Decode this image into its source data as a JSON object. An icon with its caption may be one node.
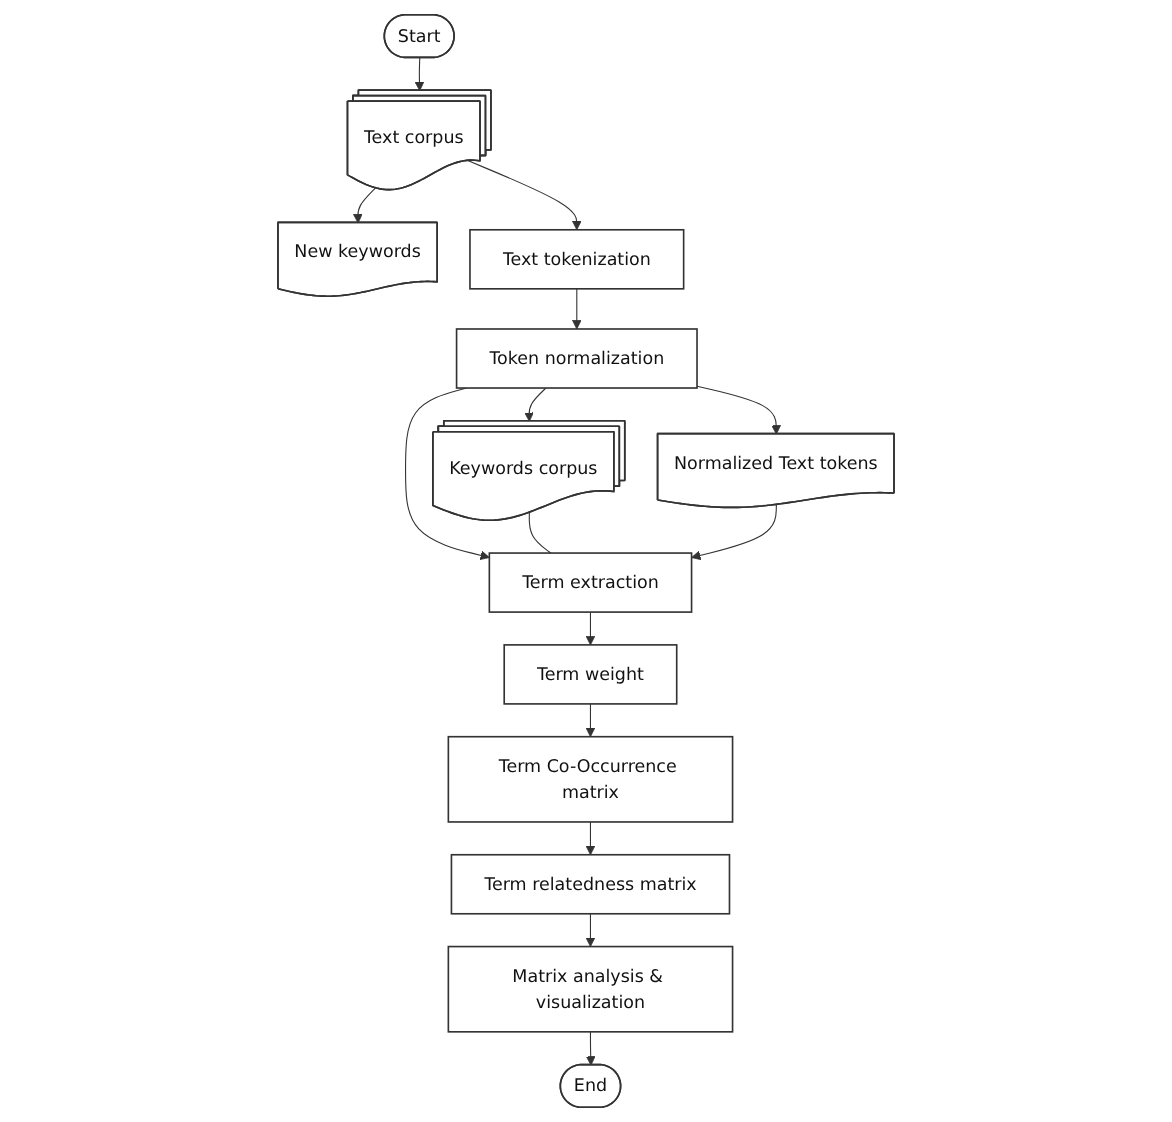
{
  "diagram": {
    "nodes": [
      {
        "text": [
          "Start"
        ]
      },
      {
        "text": [
          "Text corpus"
        ]
      },
      {
        "text": [
          "New keywords"
        ]
      },
      {
        "text": [
          "Text tokenization"
        ]
      },
      {
        "text": [
          "Token normalization"
        ]
      },
      {
        "text": [
          "Keywords corpus"
        ]
      },
      {
        "text": [
          "Term extraction"
        ]
      },
      {
        "text": [
          "Normalized Text tokens"
        ]
      },
      {
        "text": [
          "Term weight"
        ]
      },
      {
        "text": [
          "Term Co-Occurrence matrix"
        ]
      },
      {
        "text": [
          "Term relatedness matrix"
        ]
      },
      {
        "text": [
          "Matrix analysis & visualization"
        ]
      },
      {
        "text": [
          "End"
        ]
      }
    ],
    "edges": [
      {
        "from": 0,
        "to": 1,
        "arrow": "to"
      },
      {
        "from": 1,
        "to": 2,
        "arrow": "to"
      },
      {
        "from": 1,
        "to": 3,
        "arrow": "to"
      },
      {
        "from": 3,
        "to": 4,
        "arrow": "to"
      },
      {
        "from": 4,
        "to": 5,
        "arrow": "to"
      },
      {
        "from": 4,
        "to": 6,
        "arrow": "to"
      },
      {
        "from": 4,
        "to": 7,
        "arrow": "to"
      },
      {
        "from": 5,
        "to": 6,
        "arrow": "none"
      },
      {
        "from": 7,
        "to": 6,
        "arrow": "to"
      },
      {
        "from": 6,
        "to": 8,
        "arrow": "to"
      },
      {
        "from": 8,
        "to": 9,
        "arrow": "to"
      },
      {
        "from": 9,
        "to": 10,
        "arrow": "to"
      },
      {
        "from": 10,
        "to": 11,
        "arrow": "to"
      },
      {
        "from": 11,
        "to": 12,
        "arrow": "to"
      }
    ]
  }
}
